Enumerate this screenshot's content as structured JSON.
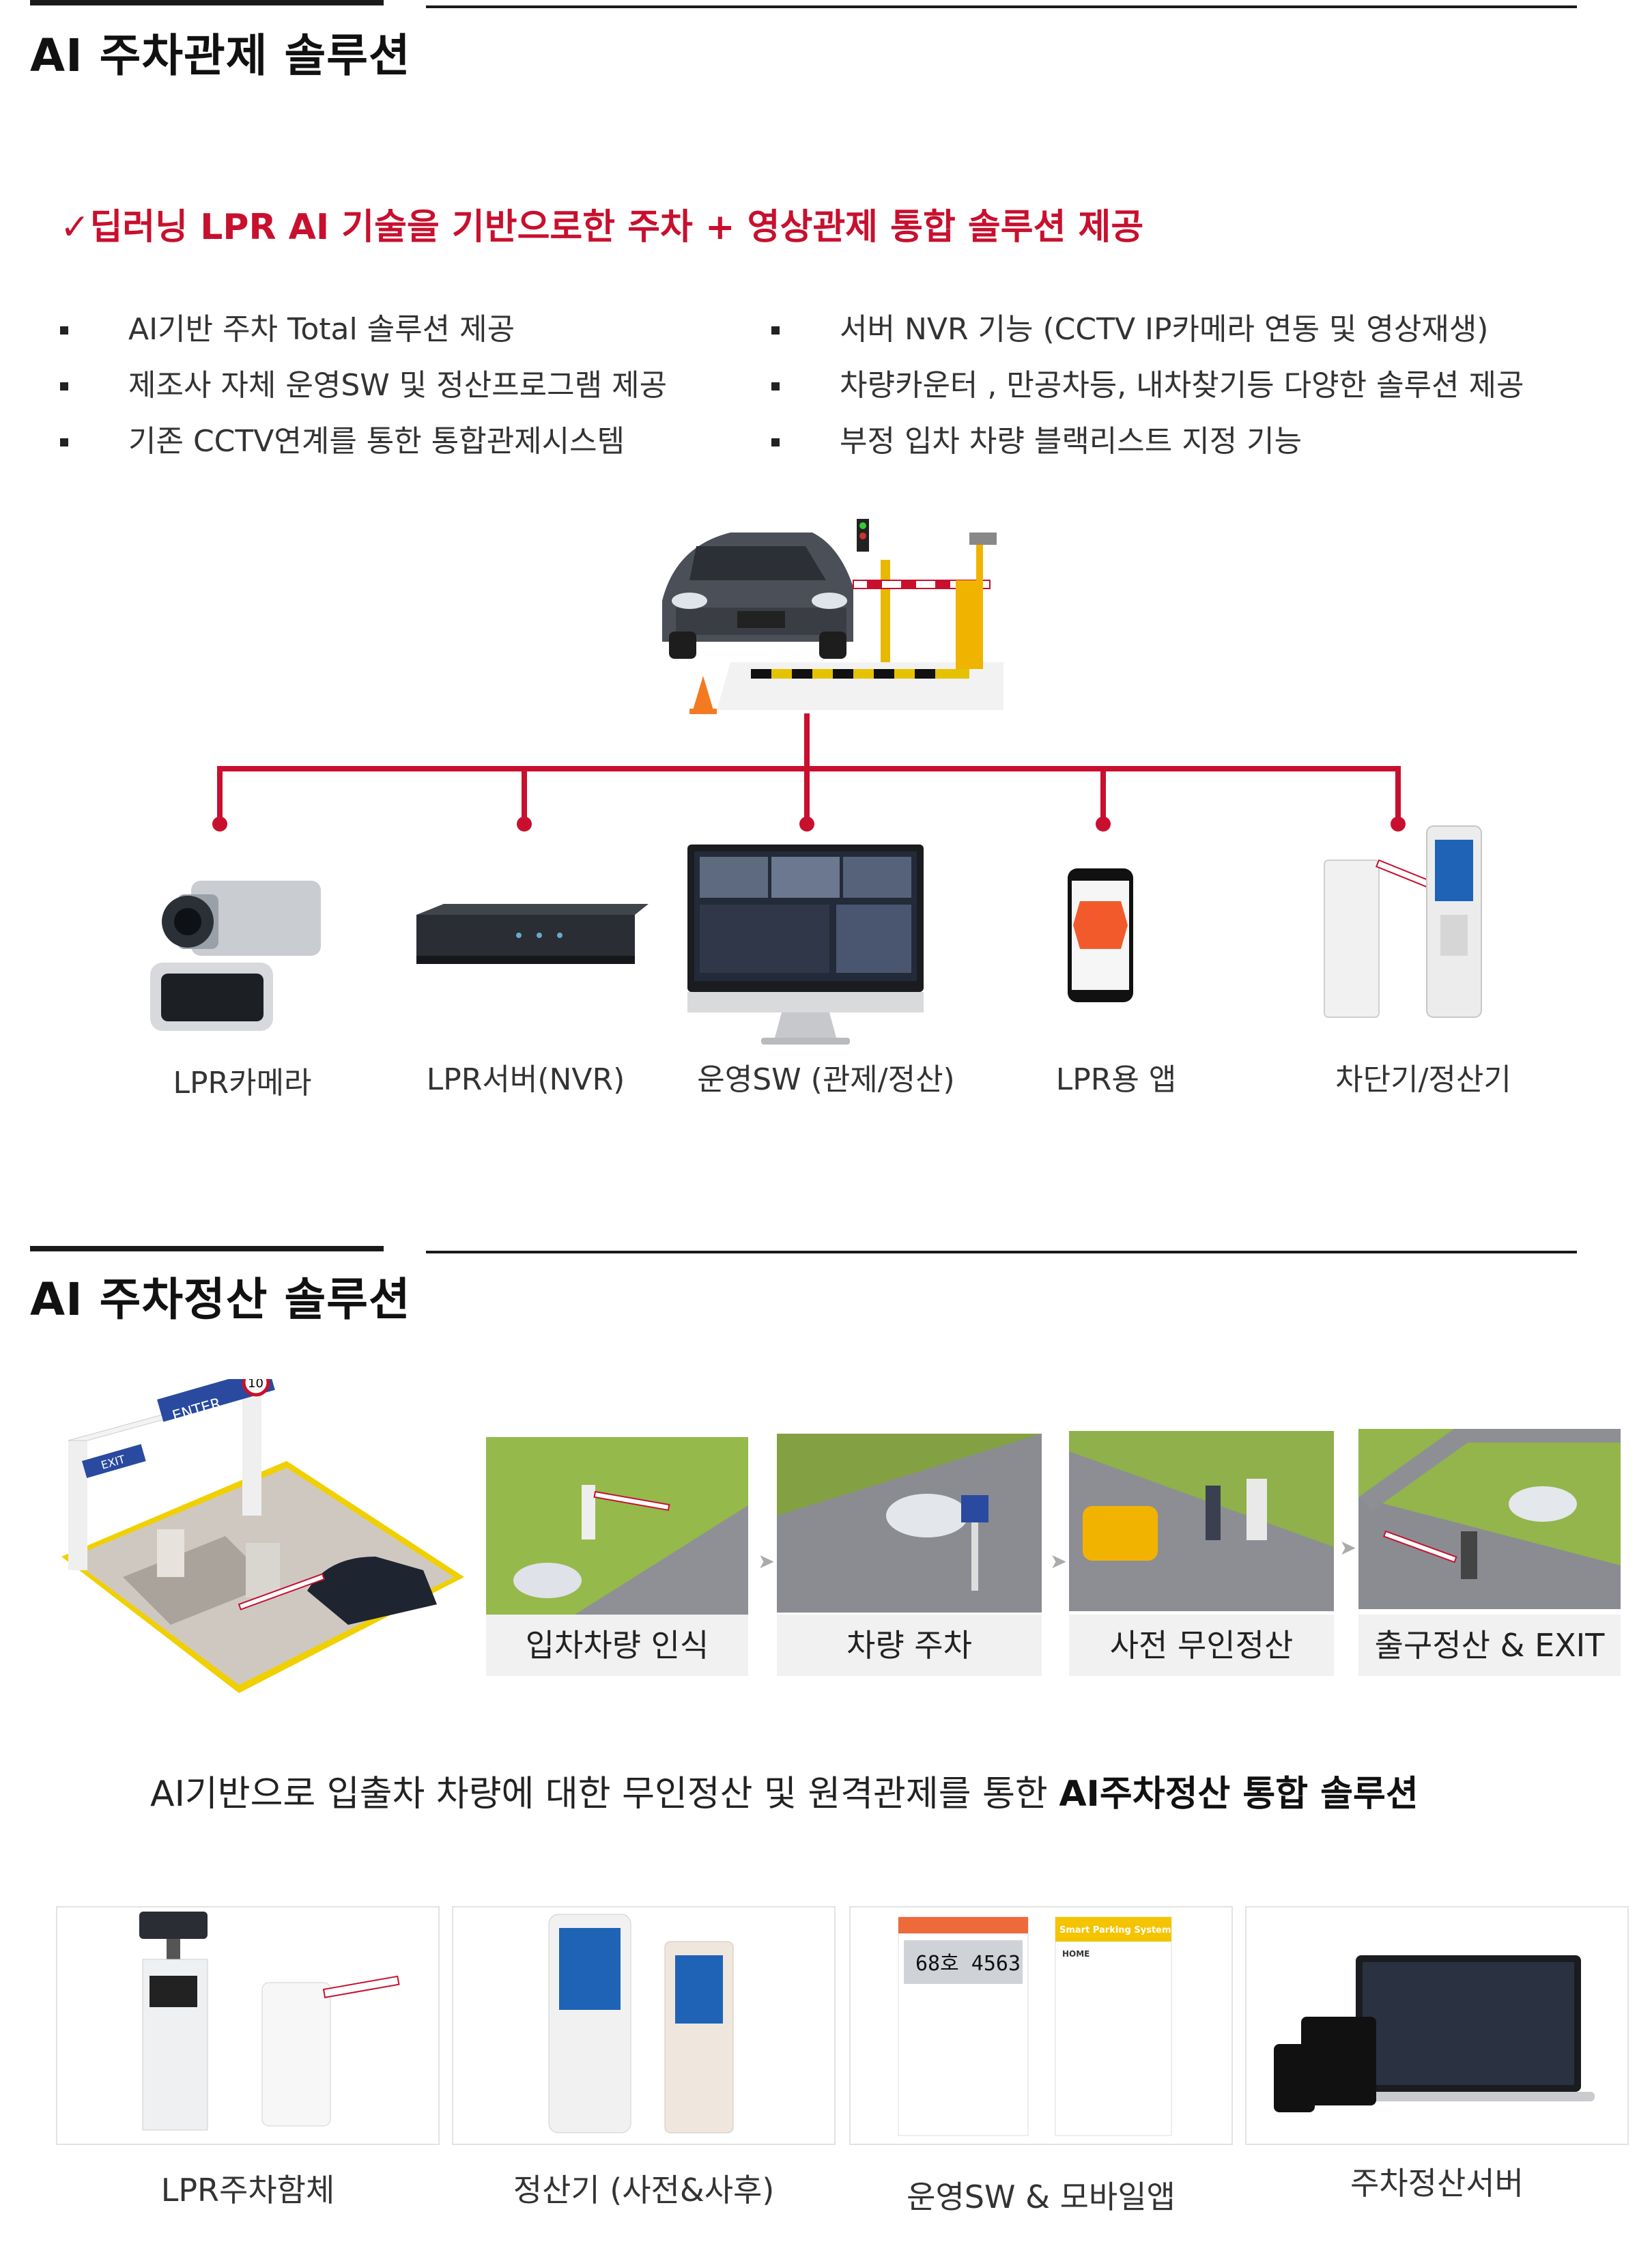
{
  "section1": {
    "title": "AI 주차관제 솔루션",
    "subtitle": "✓딥러닝 LPR AI 기술을 기반으로한 주차 + 영상관제 통합 솔루션 제공",
    "bullets_left": [
      "AI기반 주차 Total 솔루션 제공",
      "제조사 자체 운영SW 및 정산프로그램 제공",
      "기존 CCTV연계를 통한 통합관제시스템"
    ],
    "bullets_right": [
      "서버 NVR 기능 (CCTV IP카메라 연동 및 영상재생)",
      "차량카운터 , 만공차등, 내차찾기등 다양한 솔루션 제공",
      "부정 입차 차량 블랙리스트 지정 기능"
    ],
    "components": [
      {
        "label": "LPR카메라",
        "icon": "lpr-camera-icon"
      },
      {
        "label": "LPR서버(NVR)",
        "icon": "nvr-server-icon"
      },
      {
        "label": "운영SW (관제/정산)",
        "icon": "monitor-icon"
      },
      {
        "label": "LPR용 앱",
        "icon": "smartphone-icon"
      },
      {
        "label": "차단기/정산기",
        "icon": "barrier-kiosk-icon"
      }
    ]
  },
  "section2": {
    "title": "AI 주차정산 솔루션",
    "steps": [
      "입차차량 인식",
      "차량 주차",
      "사전 무인정산",
      "출구정산 & EXIT"
    ],
    "gate_signs": {
      "enter": "ENTER",
      "exit": "EXIT",
      "speed": "10"
    },
    "tagline_normal": "AI기반으로 입출차 차량에 대한 무인정산 및 원격관제를 통한 ",
    "tagline_bold": "AI주차정산 통합 솔루션",
    "products": [
      "LPR주차함체",
      "정산기 (사전&사후)",
      "운영SW & 모바일앱",
      "주차정산서버"
    ],
    "app_screens": {
      "plate": "68호 4563",
      "app_title": "Smart Parking System",
      "home": "HOME"
    }
  },
  "colors": {
    "accent": "#c8102e",
    "text": "#222222",
    "bar": "#1a1a1a"
  }
}
